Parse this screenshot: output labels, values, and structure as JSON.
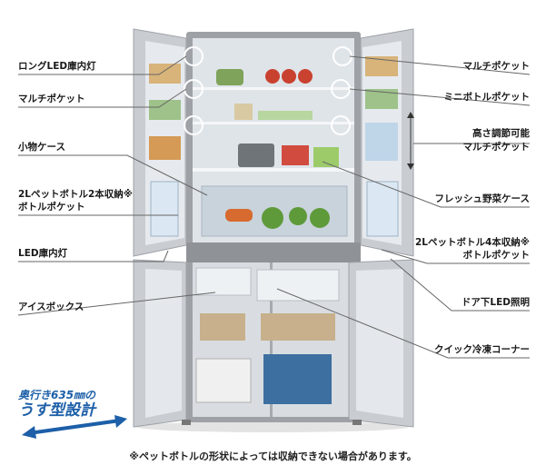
{
  "callouts_left": [
    {
      "text": "ロングLED庫内灯"
    },
    {
      "text": "マルチポケット"
    },
    {
      "text": "小物ケース"
    },
    {
      "text": "2Lペットボトル2本収納※"
    },
    {
      "text": "ボトルポケット"
    },
    {
      "text": "LED庫内灯"
    },
    {
      "text": "アイスボックス"
    }
  ],
  "callouts_right": [
    {
      "text": "マルチポケット"
    },
    {
      "text": "ミニボトルポケット"
    },
    {
      "text": "高さ調節可能"
    },
    {
      "text": "マルチポケット"
    },
    {
      "text": "フレッシュ野菜ケース"
    },
    {
      "text": "2Lペットボトル4本収納※"
    },
    {
      "text": "ボトルポケット"
    },
    {
      "text": "ドア下LED照明"
    },
    {
      "text": "クイック冷凍コーナー"
    }
  ],
  "badge": {
    "line1": "奥行き635㎜の",
    "line2": "うす型設計"
  },
  "footnote": "※ペットボトルの形状によっては収納できない場合があります。",
  "colors": {
    "accent_blue": "#1d5fa8",
    "fridge_frame": "#b9bcc0",
    "interior": "#e6eaee"
  }
}
